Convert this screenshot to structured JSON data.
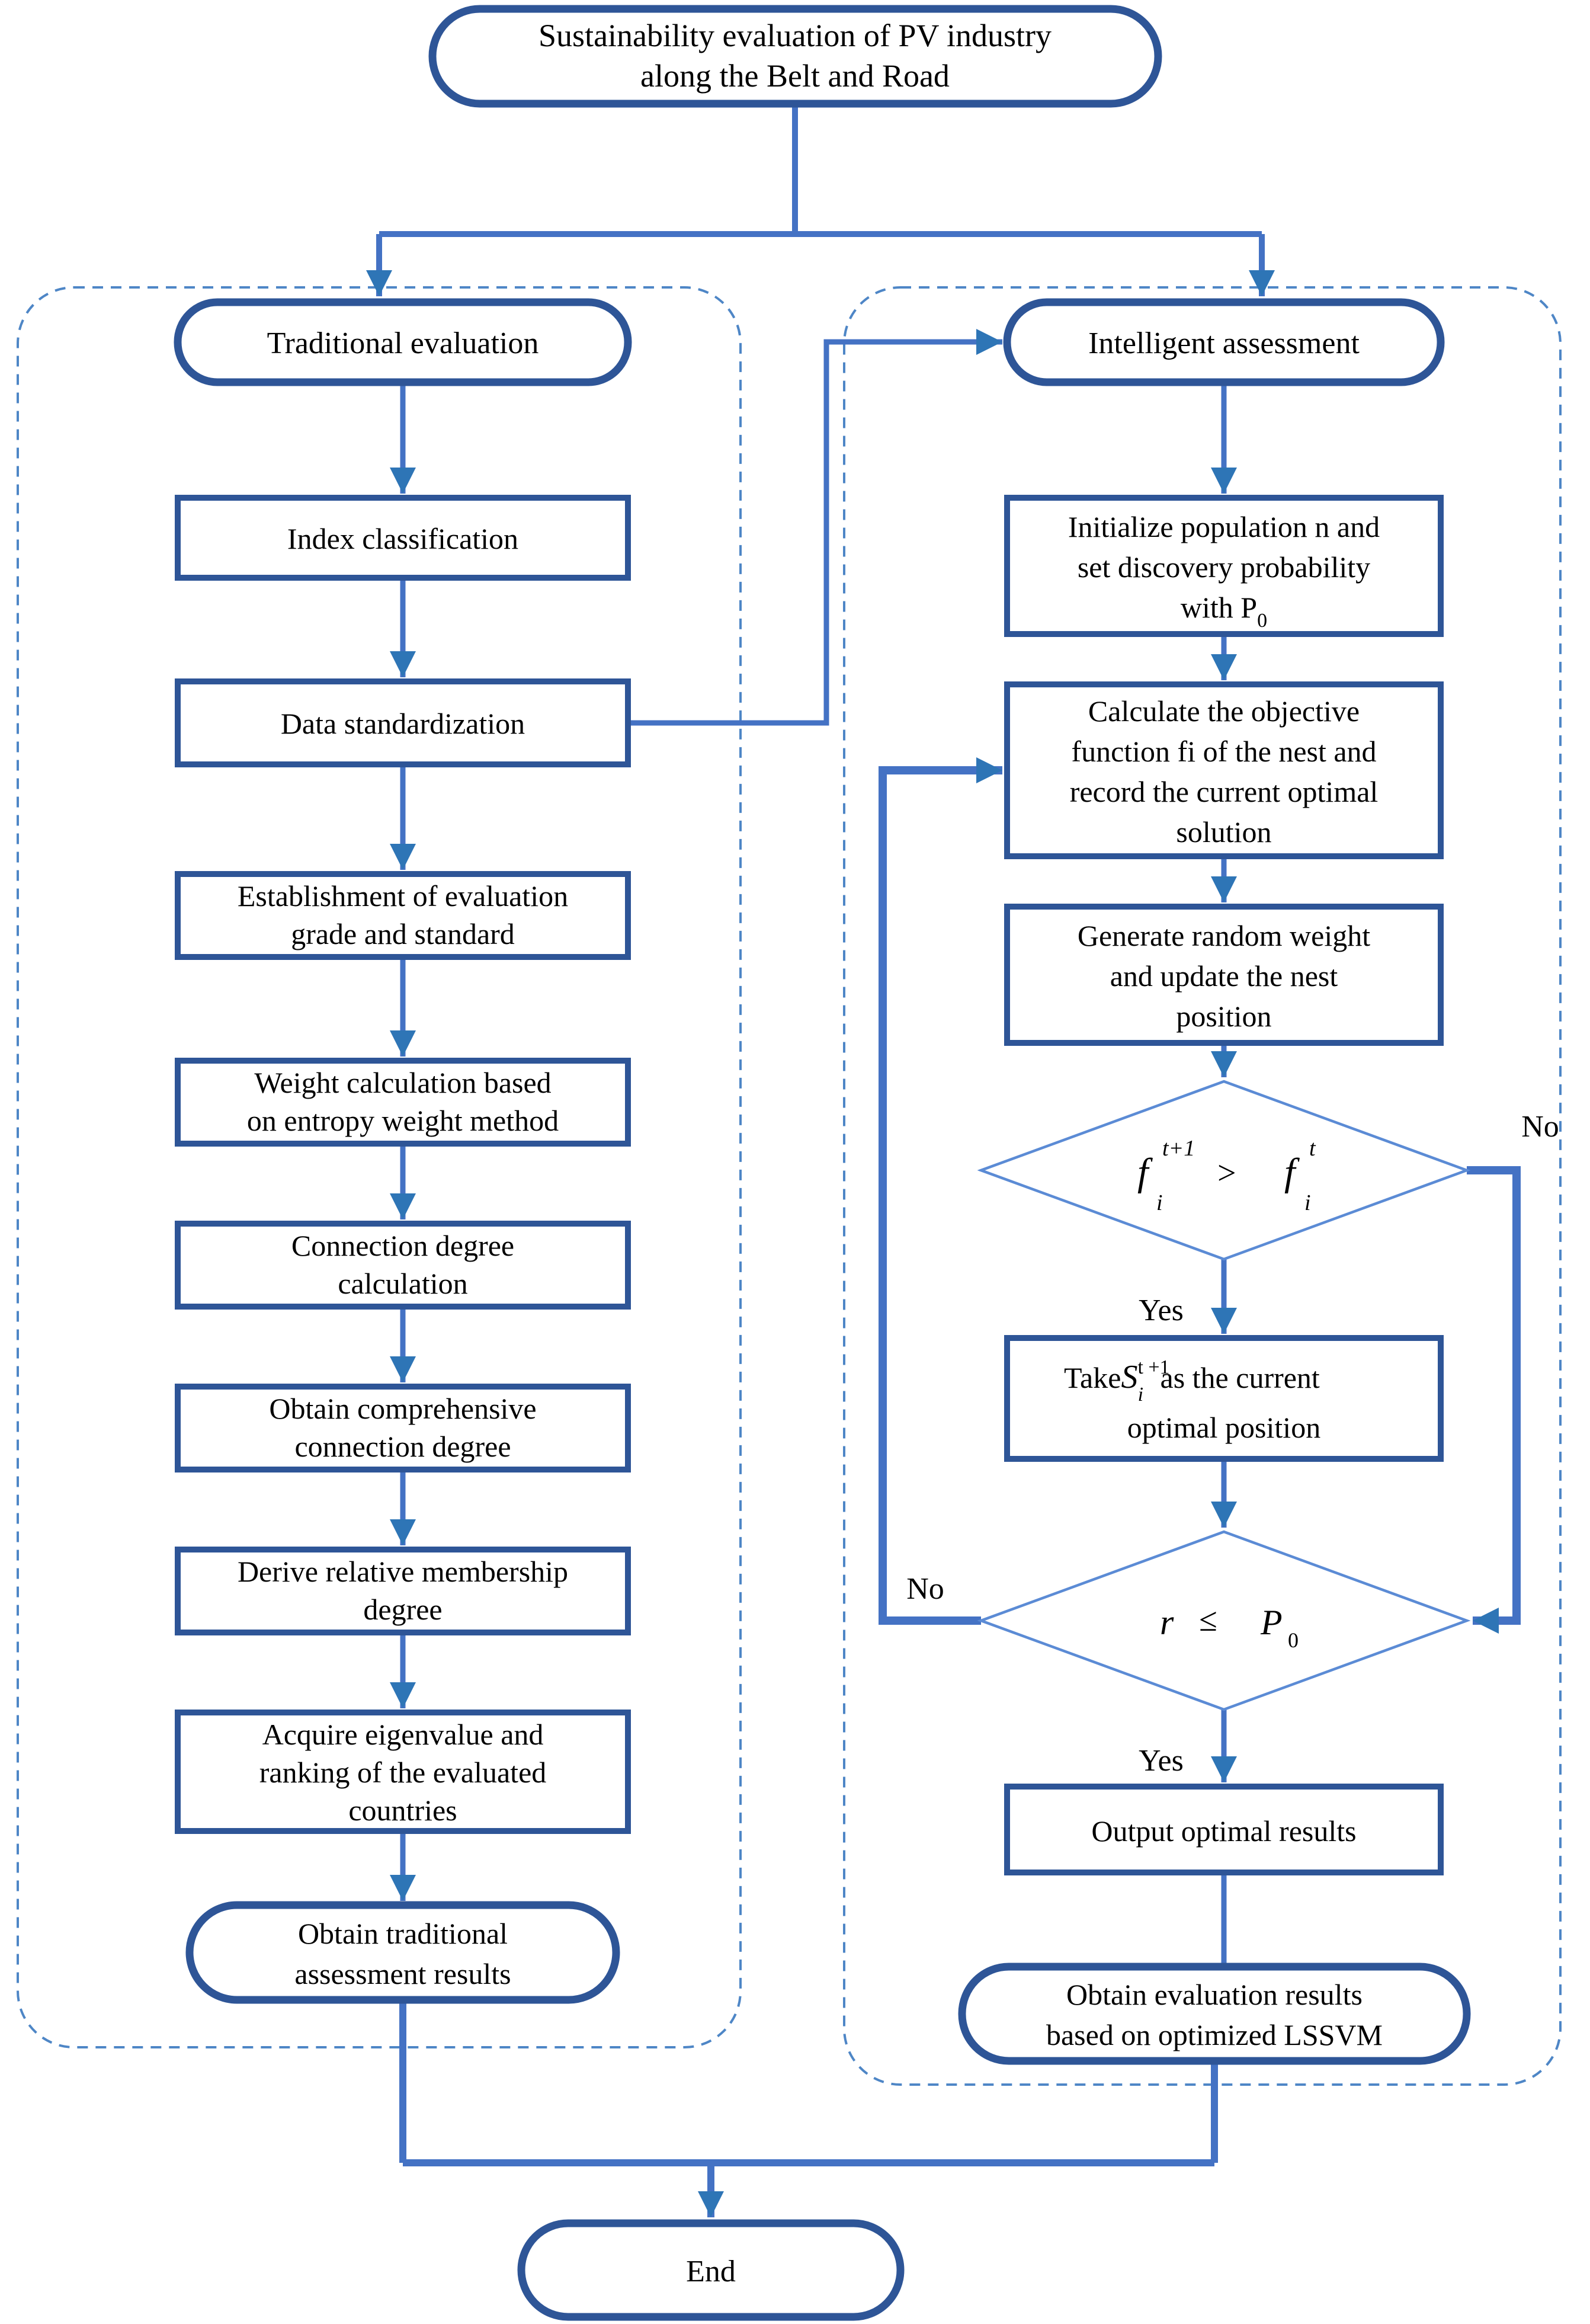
{
  "diagram_title": "Sustainability evaluation of PV industry along the Belt and Road",
  "colors": {
    "node_border": "#2e5597",
    "connector": "#4472c4",
    "arrowhead": "#2e75b6",
    "decision_border": "#5b8bd5",
    "group_dashed_border": "#4e86c6",
    "text": "#000000",
    "background": "#ffffff"
  },
  "nodes": {
    "title": {
      "type": "terminator",
      "lines": [
        "Sustainability evaluation of PV industry",
        "along the Belt and Road"
      ]
    },
    "traditional": {
      "type": "terminator",
      "lines": [
        "Traditional evaluation"
      ]
    },
    "index": {
      "type": "process",
      "lines": [
        "Index classification"
      ]
    },
    "data_std": {
      "type": "process",
      "lines": [
        "Data standardization"
      ]
    },
    "establish": {
      "type": "process",
      "lines": [
        "Establishment of evaluation",
        "grade and standard"
      ]
    },
    "weight": {
      "type": "process",
      "lines": [
        "Weight calculation based",
        "on entropy weight method"
      ]
    },
    "connection": {
      "type": "process",
      "lines": [
        "Connection degree",
        "calculation"
      ]
    },
    "comprehensive": {
      "type": "process",
      "lines": [
        "Obtain comprehensive",
        "connection degree"
      ]
    },
    "derive": {
      "type": "process",
      "lines": [
        "Derive relative membership",
        "degree"
      ]
    },
    "acquire": {
      "type": "process",
      "lines": [
        "Acquire eigenvalue and",
        "ranking of the evaluated",
        "countries"
      ]
    },
    "trad_result": {
      "type": "terminator",
      "lines": [
        "Obtain traditional",
        "assessment results"
      ]
    },
    "intelligent": {
      "type": "terminator",
      "lines": [
        "Intelligent assessment"
      ]
    },
    "initialize": {
      "type": "process",
      "lines": [
        "Initialize population n and",
        "set discovery probability"
      ],
      "line3": {
        "pre": "with P",
        "sub": "0"
      }
    },
    "calculate": {
      "type": "process",
      "lines": [
        "Calculate the objective",
        "function fi  of the nest and",
        "record the current optimal",
        "solution"
      ]
    },
    "generate": {
      "type": "process",
      "lines": [
        "Generate random weight",
        "and update the nest",
        "position"
      ]
    },
    "decision_fitness": {
      "type": "decision",
      "formula": {
        "f1": "f",
        "sup1": "t+1",
        "sub1": "i",
        "op": ">",
        "f2": "f",
        "sup2": "t",
        "sub2": "i"
      }
    },
    "take": {
      "type": "process",
      "line1": {
        "pre": "Take",
        "sym": "S",
        "sup": "t +1",
        "sub": "i",
        "post": " as the current"
      },
      "line2": "optimal position"
    },
    "decision_probability": {
      "type": "decision",
      "formula": {
        "var": "r",
        "op": "≤",
        "p": "P",
        "sub": "0"
      }
    },
    "output": {
      "type": "process",
      "lines": [
        "Output optimal results"
      ]
    },
    "lssvm_result": {
      "type": "terminator",
      "lines": [
        "Obtain  evaluation results",
        "based on optimized LSSVM"
      ]
    },
    "end": {
      "type": "terminator",
      "lines": [
        "End"
      ]
    }
  },
  "edge_labels": {
    "fitness_yes": "Yes",
    "fitness_no": "No",
    "probability_yes": "Yes",
    "probability_no": "No"
  }
}
